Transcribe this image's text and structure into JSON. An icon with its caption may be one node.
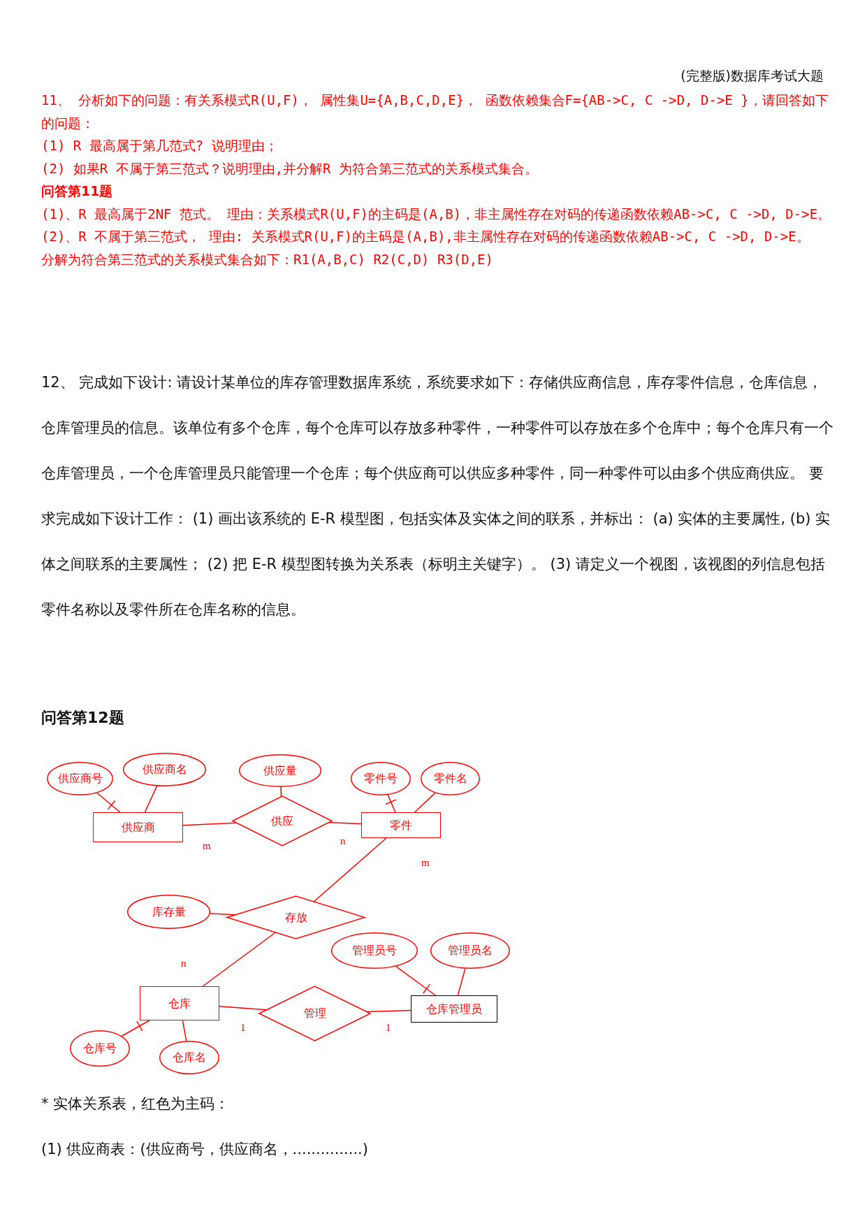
{
  "diagram": {
    "nodes": [
      {
        "text": [
          "供应商号"
        ]
      },
      {
        "text": [
          "供应商名"
        ]
      },
      {
        "text": [
          "供应量"
        ]
      },
      {
        "text": [
          "零件号"
        ]
      },
      {
        "text": [
          "零件名"
        ]
      },
      {
        "text": [
          "供应商"
        ]
      },
      {
        "text": [
          "供应"
        ]
      },
      {
        "text": [
          "零件"
        ]
      },
      {
        "text": [
          "库存量"
        ]
      },
      {
        "text": [
          "存放"
        ]
      },
      {
        "text": [
          "管理员号"
        ]
      },
      {
        "text": [
          "管理员名"
        ]
      },
      {
        "text": [
          "仓库"
        ]
      },
      {
        "text": [
          "管理"
        ]
      },
      {
        "text": [
          "仓库管理员"
        ]
      },
      {
        "text": [
          "仓库号"
        ]
      },
      {
        "text": [
          "仓库名"
        ]
      }
    ],
    "edges": [
      {
        "from": 0,
        "to": 5,
        "arrow": "other"
      },
      {
        "from": 1,
        "to": 5,
        "arrow": "none"
      },
      {
        "from": 2,
        "to": 6,
        "arrow": "none"
      },
      {
        "from": 3,
        "to": 7,
        "arrow": "other"
      },
      {
        "from": 4,
        "to": 7,
        "arrow": "none"
      },
      {
        "from": 5,
        "to": 6,
        "arrow": "none",
        "label": "m"
      },
      {
        "from": 6,
        "to": 7,
        "arrow": "none",
        "label": "n"
      },
      {
        "from": 7,
        "to": 9,
        "arrow": "none",
        "label": "m"
      },
      {
        "from": 8,
        "to": 9,
        "arrow": "none"
      },
      {
        "from": 9,
        "to": 12,
        "arrow": "none",
        "label": "n"
      },
      {
        "from": 10,
        "to": 14,
        "arrow": "other"
      },
      {
        "from": 11,
        "to": 14,
        "arrow": "none"
      },
      {
        "from": 12,
        "to": 13,
        "arrow": "none",
        "label": "1"
      },
      {
        "from": 13,
        "to": 14,
        "arrow": "none",
        "label": "1"
      },
      {
        "from": 15,
        "to": 12,
        "arrow": "other"
      },
      {
        "from": 16,
        "to": 12,
        "arrow": "none"
      }
    ],
    "labels": [
      "(完整版)数据库考试大题",
      "11、 分析如下的问题：有关系模式R(U,F)， 属性集U={A,B,C,D,E}， 函数依赖集合F={AB->C, C ->D, D->E }，请回答如下的问题：",
      "(1) R 最高属于第几范式? 说明理由；",
      "(2) 如果R 不属于第三范式？说明理由,并分解R 为符合第三范式的关系模式集合。",
      "问答第11题",
      "(1)、R 最高属于2NF 范式。 理由：关系模式R(U,F)的主码是(A,B)，非主属性存在对码的传递函数依赖AB->C, C ->D, D->E。",
      "(2)、R 不属于第三范式， 理由: 关系模式R(U,F)的主码是(A,B),非主属性存在对码的传递函数依赖AB->C, C ->D, D->E。",
      "分解为符合第三范式的关系模式集合如下：R1(A,B,C) R2(C,D) R3(D,E)",
      "12、 完成如下设计: 请设计某单位的库存管理数据库系统，系统要求如下：存储供应商信息，库存零件信息，仓库信息，仓库管理员的信息。该单位有多个仓库，每个仓库可以存放多种零件，一种零件可以存放在多个仓库中；每个仓库只有一个仓库管理员，一个仓库管理员只能管理一个仓库；每个供应商可以供应多种零件，同一种零件可以由多个供应商供应。 要求完成如下设计工作： (1) 画出该系统的 E-R 模型图，包括实体及实体之间的联系，并标出： (a) 实体的主要属性, (b) 实体之间联系的主要属性； (2) 把 E-R 模型图转换为关系表（标明主关键字）。 (3) 请定义一个视图，该视图的列信息包括零件名称以及零件所在仓库名称的信息。",
      "问答第12题",
      "* 实体关系表，红色为主码：",
      "(1) 供应商表：(供应商号，供应商名，...............)"
    ]
  }
}
